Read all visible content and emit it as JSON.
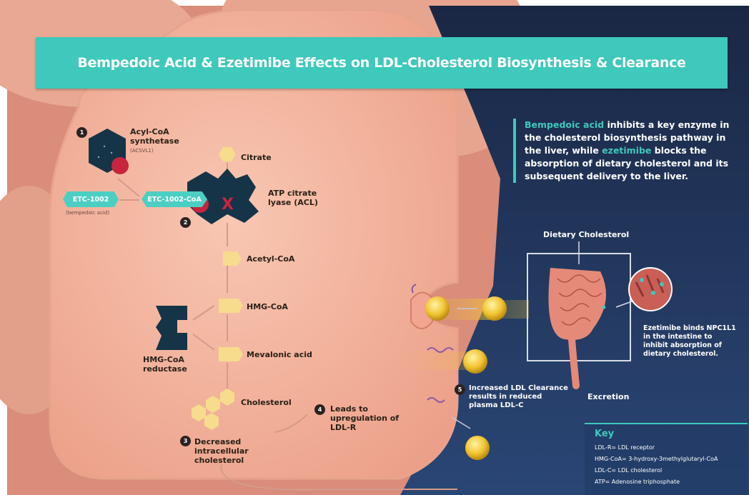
{
  "title": "Bempedoic Acid & Ezetimibe Effects on LDL-Cholesterol Biosynthesis & Clearance",
  "summary": {
    "highlight_1": "Bempedoic acid",
    "text_1": " inhibits a key enzyme in the cholesterol biosynthesis pathway in the liver, while ",
    "highlight_2": "ezetimibe",
    "text_2": " blocks the absorption of dietary cholesterol and its subsequent delivery to the liver."
  },
  "steps": {
    "s1": "1",
    "s2": "2",
    "s3": "3",
    "s4": "4",
    "s5": "5"
  },
  "labels": {
    "acyl_coa": "Acyl-CoA synthetase",
    "acsvl1": "(ACSVL1)",
    "etc1002": "ETC-1002",
    "bempedoic_small": "(bempedoic acid)",
    "etc_coa": "ETC-1002-CoA",
    "citrate": "Citrate",
    "acl": "ATP citrate lyase (ACL)",
    "inhibit_mark": "X",
    "acetyl_coa": "Acetyl-CoA",
    "hmg_coa": "HMG-CoA",
    "mevalonic": "Mevalonic acid",
    "hmg_reductase": "HMG-CoA reductase",
    "cholesterol": "Cholesterol",
    "decreased": "Decreased intracellular cholesterol",
    "upregulation": "Leads to upregulation of LDL-R",
    "increased": "Increased LDL Clearance results in reduced plasma LDL-C",
    "dietary": "Dietary Cholesterol",
    "ezetimibe_binds": "Ezetimibe binds NPC1L1 in the intestine to inhibit absorption of dietary cholesterol.",
    "excretion": "Excretion"
  },
  "key": {
    "title": "Key",
    "items": [
      "LDL-R= LDL receptor",
      "HMG-CoA= 3-hydroxy-3methylglutaryl-CoA",
      "LDL-C= LDL cholesterol",
      "ATP= Adenosine triphosphate"
    ]
  },
  "colors": {
    "teal": "#3ec9bc",
    "cell": "#f5b8a3",
    "navy": "#1d2e52",
    "enzyme": "#163447",
    "inhibitor": "#c8243d",
    "ldl": "#f2c531"
  }
}
